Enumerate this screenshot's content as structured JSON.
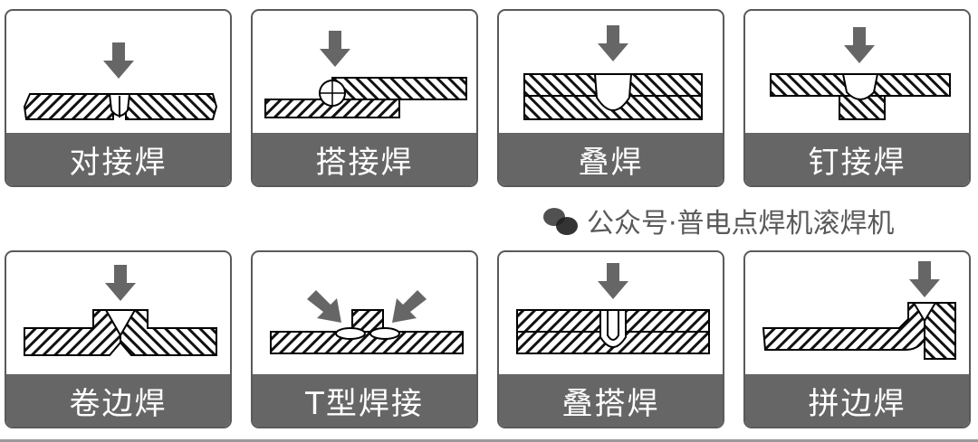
{
  "cards": [
    {
      "label": "对接焊"
    },
    {
      "label": "搭接焊"
    },
    {
      "label": "叠焊"
    },
    {
      "label": "钉接焊"
    },
    {
      "label": "卷边焊"
    },
    {
      "label": "T型焊接"
    },
    {
      "label": "叠搭焊"
    },
    {
      "label": "拼边焊"
    }
  ],
  "watermark": {
    "text": "公众号·普电点焊机滚焊机",
    "icon": "wechat-icon"
  },
  "colors": {
    "border": "#5a5a5a",
    "band": "#666666",
    "arrow": "#666666"
  }
}
